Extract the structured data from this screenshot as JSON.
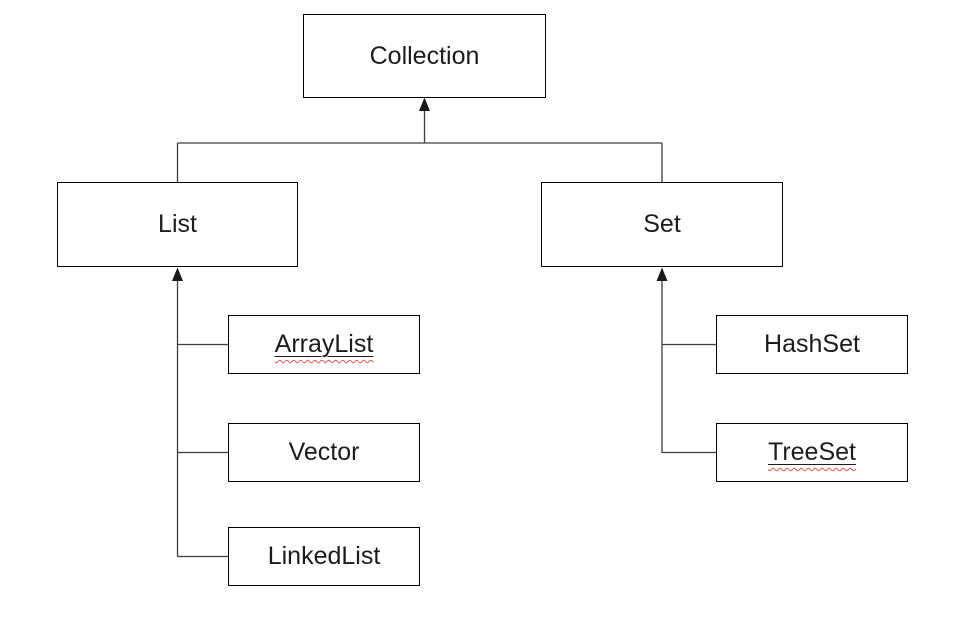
{
  "diagram": {
    "nodes": {
      "collection": {
        "label": "Collection",
        "underlined": false,
        "spellcheck_flagged": false
      },
      "list": {
        "label": "List",
        "underlined": false,
        "spellcheck_flagged": false
      },
      "set": {
        "label": "Set",
        "underlined": false,
        "spellcheck_flagged": false
      },
      "arraylist": {
        "label": "ArrayList",
        "underlined": true,
        "spellcheck_flagged": true
      },
      "vector": {
        "label": "Vector",
        "underlined": false,
        "spellcheck_flagged": false
      },
      "linkedlist": {
        "label": "LinkedList",
        "underlined": false,
        "spellcheck_flagged": false
      },
      "hashset": {
        "label": "HashSet",
        "underlined": false,
        "spellcheck_flagged": false
      },
      "treeset": {
        "label": "TreeSet",
        "underlined": true,
        "spellcheck_flagged": true
      }
    },
    "edges": [
      {
        "from": "List",
        "to": "Collection",
        "style": "arrow-up"
      },
      {
        "from": "Set",
        "to": "Collection",
        "style": "arrow-up"
      },
      {
        "from": "ArrayList",
        "to": "List",
        "style": "elbow"
      },
      {
        "from": "Vector",
        "to": "List",
        "style": "elbow"
      },
      {
        "from": "LinkedList",
        "to": "List",
        "style": "elbow"
      },
      {
        "from": "HashSet",
        "to": "Set",
        "style": "elbow"
      },
      {
        "from": "TreeSet",
        "to": "Set",
        "style": "elbow"
      }
    ],
    "colors": {
      "background": "#ffffff",
      "box_border": "#000000",
      "text": "#1c1c1c",
      "connector_line": "#3d3d3d",
      "spellcheck_underline": "#e8504a"
    }
  }
}
